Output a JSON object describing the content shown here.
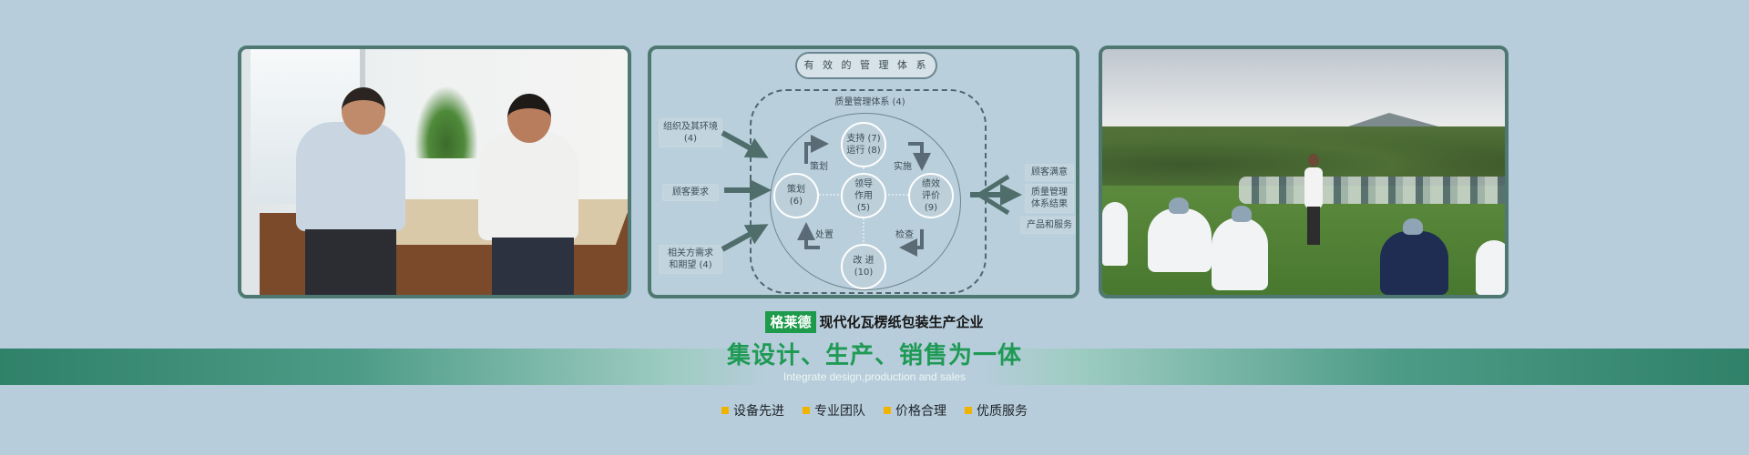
{
  "diagram": {
    "title": "有 效 的 管 理 体 系",
    "qms_label": "质量管理体系 (4)",
    "inputs": [
      {
        "label": "组织及其环境\n(4)"
      },
      {
        "label": "顾客要求"
      },
      {
        "label": "相关方需求\n和期望 (4)"
      }
    ],
    "outputs": [
      {
        "label": "顾客满意"
      },
      {
        "label": "质量管理\n体系结果"
      },
      {
        "label": "产品和服务"
      }
    ],
    "nodes": {
      "top": "支持 (7)\n运行 (8)",
      "left": "策划\n(6)",
      "center": "领导\n作用\n(5)",
      "right": "绩效\n评价\n(9)",
      "bottom": "改 进\n(10)"
    },
    "cycle": {
      "plan": "策划",
      "do": "实施",
      "check": "检查",
      "act": "处置"
    }
  },
  "brand": {
    "tag": "格莱德",
    "text": "现代化瓦楞纸包装生产企业"
  },
  "slogan": "集设计、生产、销售为一体",
  "slogan_en": "Integrate design,production and sales",
  "features": [
    "设备先进",
    "专业团队",
    "价格合理",
    "优质服务"
  ],
  "colors": {
    "background": "#b7cddb",
    "band": "#2f8168",
    "brand_tag": "#1e9a4b",
    "slogan": "#1f9a55",
    "bullet": "#f0b400",
    "panel_border": "#4f7872"
  }
}
